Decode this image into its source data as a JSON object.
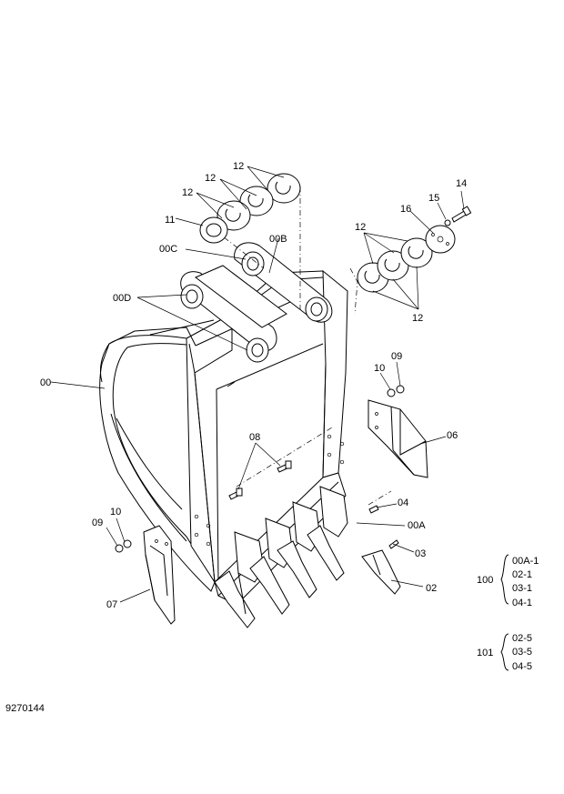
{
  "labels": {
    "l12a": "12",
    "l12b": "12",
    "l12c": "12",
    "l12d": "12",
    "l12e": "12",
    "l11": "11",
    "l00c": "00C",
    "l00b": "00B",
    "l00d": "00D",
    "l00": "00",
    "l16": "16",
    "l15": "15",
    "l14": "14",
    "l09a": "09",
    "l10a": "10",
    "l06": "06",
    "l08": "08",
    "l04": "04",
    "l00a": "00A",
    "l03": "03",
    "l02": "02",
    "l10b": "10",
    "l09b": "09",
    "l07": "07"
  },
  "groups": {
    "g100": {
      "label": "100",
      "items": [
        "00A-1",
        "02-1",
        "03-1",
        "04-1"
      ]
    },
    "g101": {
      "label": "101",
      "items": [
        "02-5",
        "03-5",
        "04-5"
      ]
    }
  },
  "drawing_number": "9270144"
}
